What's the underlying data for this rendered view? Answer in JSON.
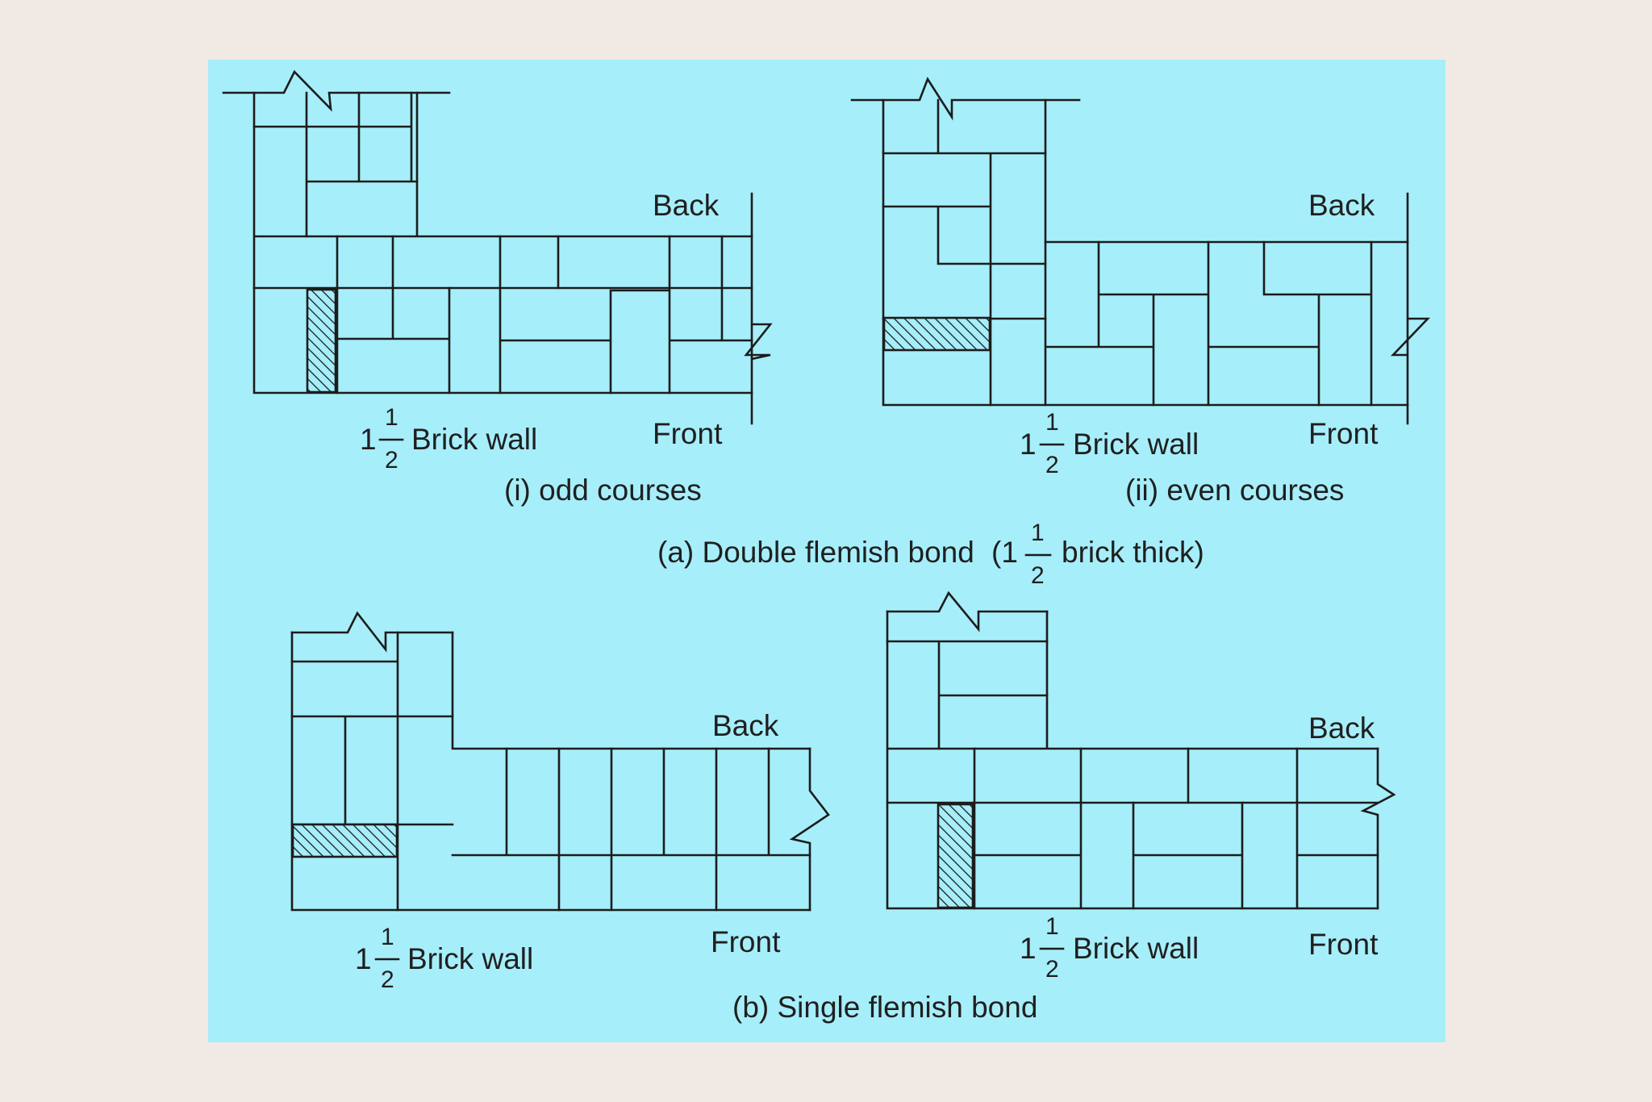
{
  "figure": {
    "caption_a": "(a) Double flemish bond",
    "caption_a_prefix": "(1",
    "caption_a_suffix": "brick thick)",
    "caption_b": "(b) Single flemish bond",
    "fraction_numerator": "1",
    "fraction_denominator": "2"
  },
  "diagrams": [
    {
      "id": "odd",
      "back": "Back",
      "front": "Front",
      "wall_whole": "1",
      "wall_text": "Brick wall",
      "caption": "(i) odd courses"
    },
    {
      "id": "even",
      "back": "Back",
      "front": "Front",
      "wall_whole": "1",
      "wall_text": "Brick wall",
      "caption": "(ii) even courses"
    },
    {
      "id": "single-left",
      "back": "Back",
      "front": "Front",
      "wall_whole": "1",
      "wall_text": "Brick wall"
    },
    {
      "id": "single-right",
      "back": "Back",
      "front": "Front",
      "wall_whole": "1",
      "wall_text": "Brick wall"
    }
  ],
  "colors": {
    "page_background": "#f1e9e4",
    "panel_background": "#a6eefa",
    "line": "#1c1c1c"
  }
}
